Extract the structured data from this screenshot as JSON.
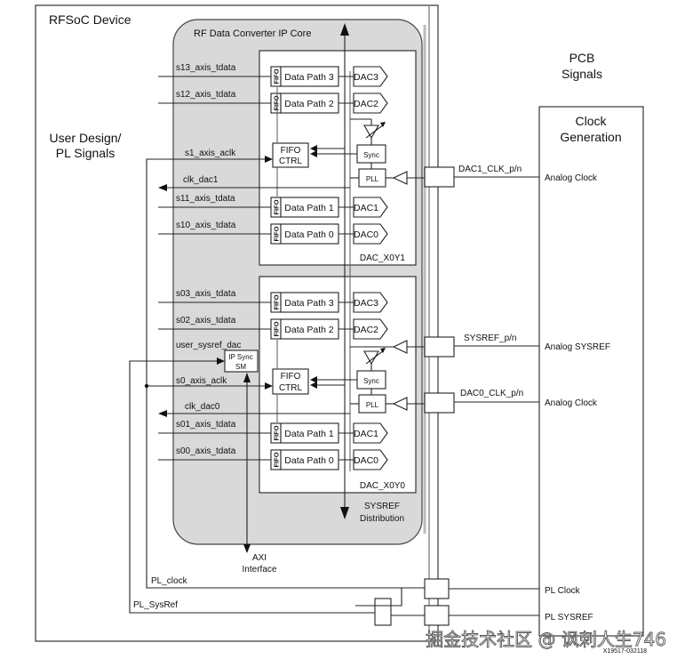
{
  "device": {
    "title": "RFSoC Device",
    "user_design_line1": "User Design/",
    "user_design_line2": "PL Signals"
  },
  "ip_core": {
    "title": "RF Data Converter IP Core",
    "sysref_dist_line1": "SYSREF",
    "sysref_dist_line2": "Distribution",
    "axi_line1": "AXI",
    "axi_line2": "Interface",
    "ip_sync_line1": "IP Sync",
    "ip_sync_line2": "SM"
  },
  "tiles": [
    {
      "name": "DAC_X0Y1",
      "paths": [
        {
          "signal": "s13_axis_tdata",
          "fifo": "FIFO",
          "datapath": "Data Path 3",
          "dac": "DAC3"
        },
        {
          "signal": "s12_axis_tdata",
          "fifo": "FIFO",
          "datapath": "Data Path 2",
          "dac": "DAC2"
        },
        {
          "signal": "s11_axis_tdata",
          "fifo": "FIFO",
          "datapath": "Data Path 1",
          "dac": "DAC1"
        },
        {
          "signal": "s10_axis_tdata",
          "fifo": "FIFO",
          "datapath": "Data Path 0",
          "dac": "DAC0"
        }
      ],
      "aclk": "s1_axis_aclk",
      "clk_out": "clk_dac1",
      "fifo_ctrl_line1": "FIFO",
      "fifo_ctrl_line2": "CTRL",
      "sync": "Sync",
      "pll": "PLL"
    },
    {
      "name": "DAC_X0Y0",
      "paths": [
        {
          "signal": "s03_axis_tdata",
          "fifo": "FIFO",
          "datapath": "Data Path 3",
          "dac": "DAC3"
        },
        {
          "signal": "s02_axis_tdata",
          "fifo": "FIFO",
          "datapath": "Data Path 2",
          "dac": "DAC2"
        },
        {
          "signal": "s01_axis_tdata",
          "fifo": "FIFO",
          "datapath": "Data Path 1",
          "dac": "DAC1"
        },
        {
          "signal": "s00_axis_tdata",
          "fifo": "FIFO",
          "datapath": "Data Path 0",
          "dac": "DAC0"
        }
      ],
      "aclk": "s0_axis_aclk",
      "clk_out": "clk_dac0",
      "user_sysref": "user_sysref_dac",
      "fifo_ctrl_line1": "FIFO",
      "fifo_ctrl_line2": "CTRL",
      "sync": "Sync",
      "pll": "PLL"
    }
  ],
  "pcb": {
    "title_line1": "PCB",
    "title_line2": "Signals",
    "clock_gen_line1": "Clock",
    "clock_gen_line2": "Generation",
    "signals": {
      "dac1_clk": "DAC1_CLK_p/n",
      "sysref": "SYSREF_p/n",
      "dac0_clk": "DAC0_CLK_p/n"
    },
    "outputs": {
      "analog_clock_1": "Analog Clock",
      "analog_sysref": "Analog SYSREF",
      "analog_clock_0": "Analog Clock",
      "pl_clock": "PL Clock",
      "pl_sysref": "PL SYSREF"
    }
  },
  "pl": {
    "pl_clock": "PL_clock",
    "pl_sysref": "PL_SysRef"
  },
  "footer": {
    "figure_id": "X19517-032118",
    "watermark": "掘金技术社区 @ 讽刺人生746"
  }
}
